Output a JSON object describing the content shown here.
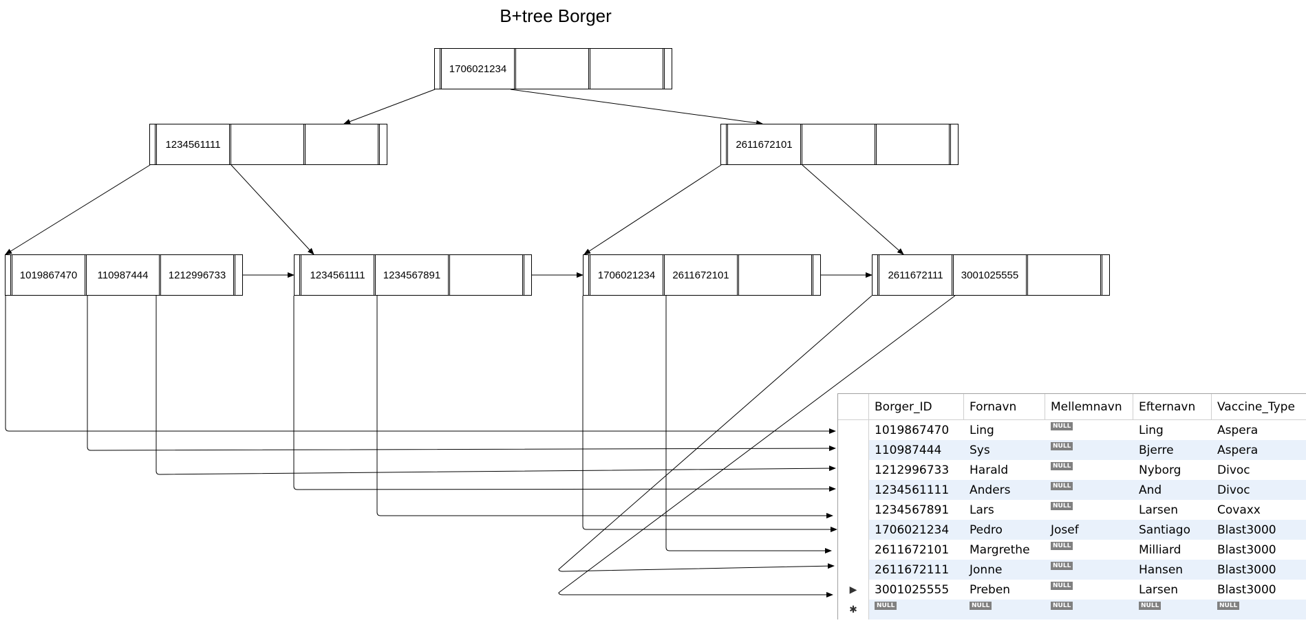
{
  "title": "B+tree Borger",
  "nodes": {
    "root": [
      "1706021234",
      "",
      ""
    ],
    "internal_left": [
      "1234561111",
      "",
      ""
    ],
    "internal_right": [
      "2611672101",
      "",
      ""
    ],
    "leaf1": [
      "1019867470",
      "110987444",
      "1212996733"
    ],
    "leaf2": [
      "1234561111",
      "1234567891",
      ""
    ],
    "leaf3": [
      "1706021234",
      "2611672101",
      ""
    ],
    "leaf4": [
      "2611672111",
      "3001025555",
      ""
    ]
  },
  "table": {
    "headers": [
      "Borger_ID",
      "Fornavn",
      "Mellemnavn",
      "Efternavn",
      "Vaccine_Type"
    ],
    "null_label": "NULL",
    "current_row_marker": "▶",
    "new_row_marker": "✱",
    "rows": [
      [
        "1019867470",
        "Ling",
        null,
        "Ling",
        "Aspera"
      ],
      [
        "110987444",
        "Sys",
        null,
        "Bjerre",
        "Aspera"
      ],
      [
        "1212996733",
        "Harald",
        null,
        "Nyborg",
        "Divoc"
      ],
      [
        "1234561111",
        "Anders",
        null,
        "And",
        "Divoc"
      ],
      [
        "1234567891",
        "Lars",
        null,
        "Larsen",
        "Covaxx"
      ],
      [
        "1706021234",
        "Pedro",
        "Josef",
        "Santiago",
        "Blast3000"
      ],
      [
        "2611672101",
        "Margrethe",
        null,
        "Milliard",
        "Blast3000"
      ],
      [
        "2611672111",
        "Jonne",
        null,
        "Hansen",
        "Blast3000"
      ],
      [
        "3001025555",
        "Preben",
        null,
        "Larsen",
        "Blast3000"
      ]
    ]
  }
}
